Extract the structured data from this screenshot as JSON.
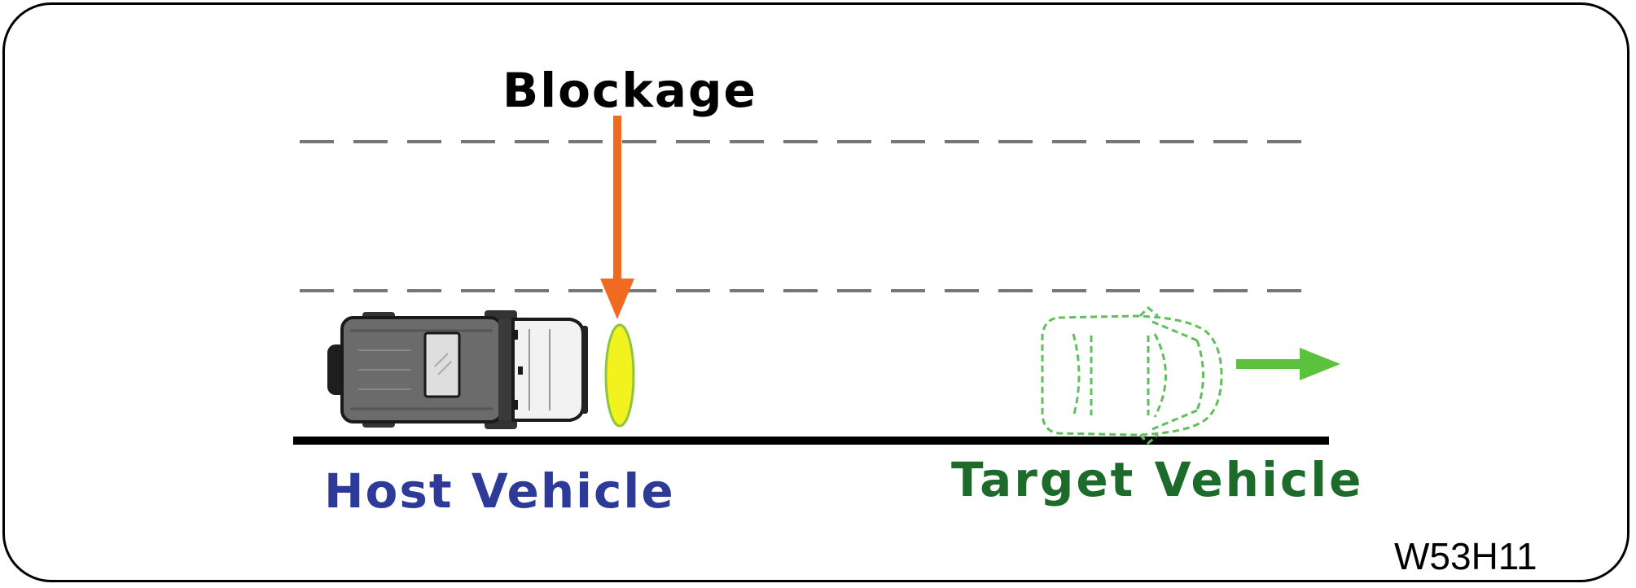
{
  "labels": {
    "blockage": "Blockage",
    "host_vehicle": "Host Vehicle",
    "target_vehicle": "Target Vehicle",
    "figure_code": "W53H11"
  },
  "colors": {
    "frame": "#000000",
    "lane_dash": "#777777",
    "road_edge": "#000000",
    "blockage_arrow": "#f06a22",
    "blockage_fill": "#f2f21e",
    "blockage_outline": "#8cc63f",
    "host_text": "#2e3a97",
    "target_text": "#1d6b2a",
    "target_outline": "#5fbf5a",
    "target_arrow": "#5cc23e",
    "host_body": "#6b6b6b",
    "host_hood": "#f2f2f2"
  },
  "icons": {
    "host_vehicle": "suv-top-view-icon",
    "target_vehicle": "dashed-car-outline-icon",
    "blockage": "ellipse-obstacle-icon",
    "direction": "arrow-right-icon"
  }
}
